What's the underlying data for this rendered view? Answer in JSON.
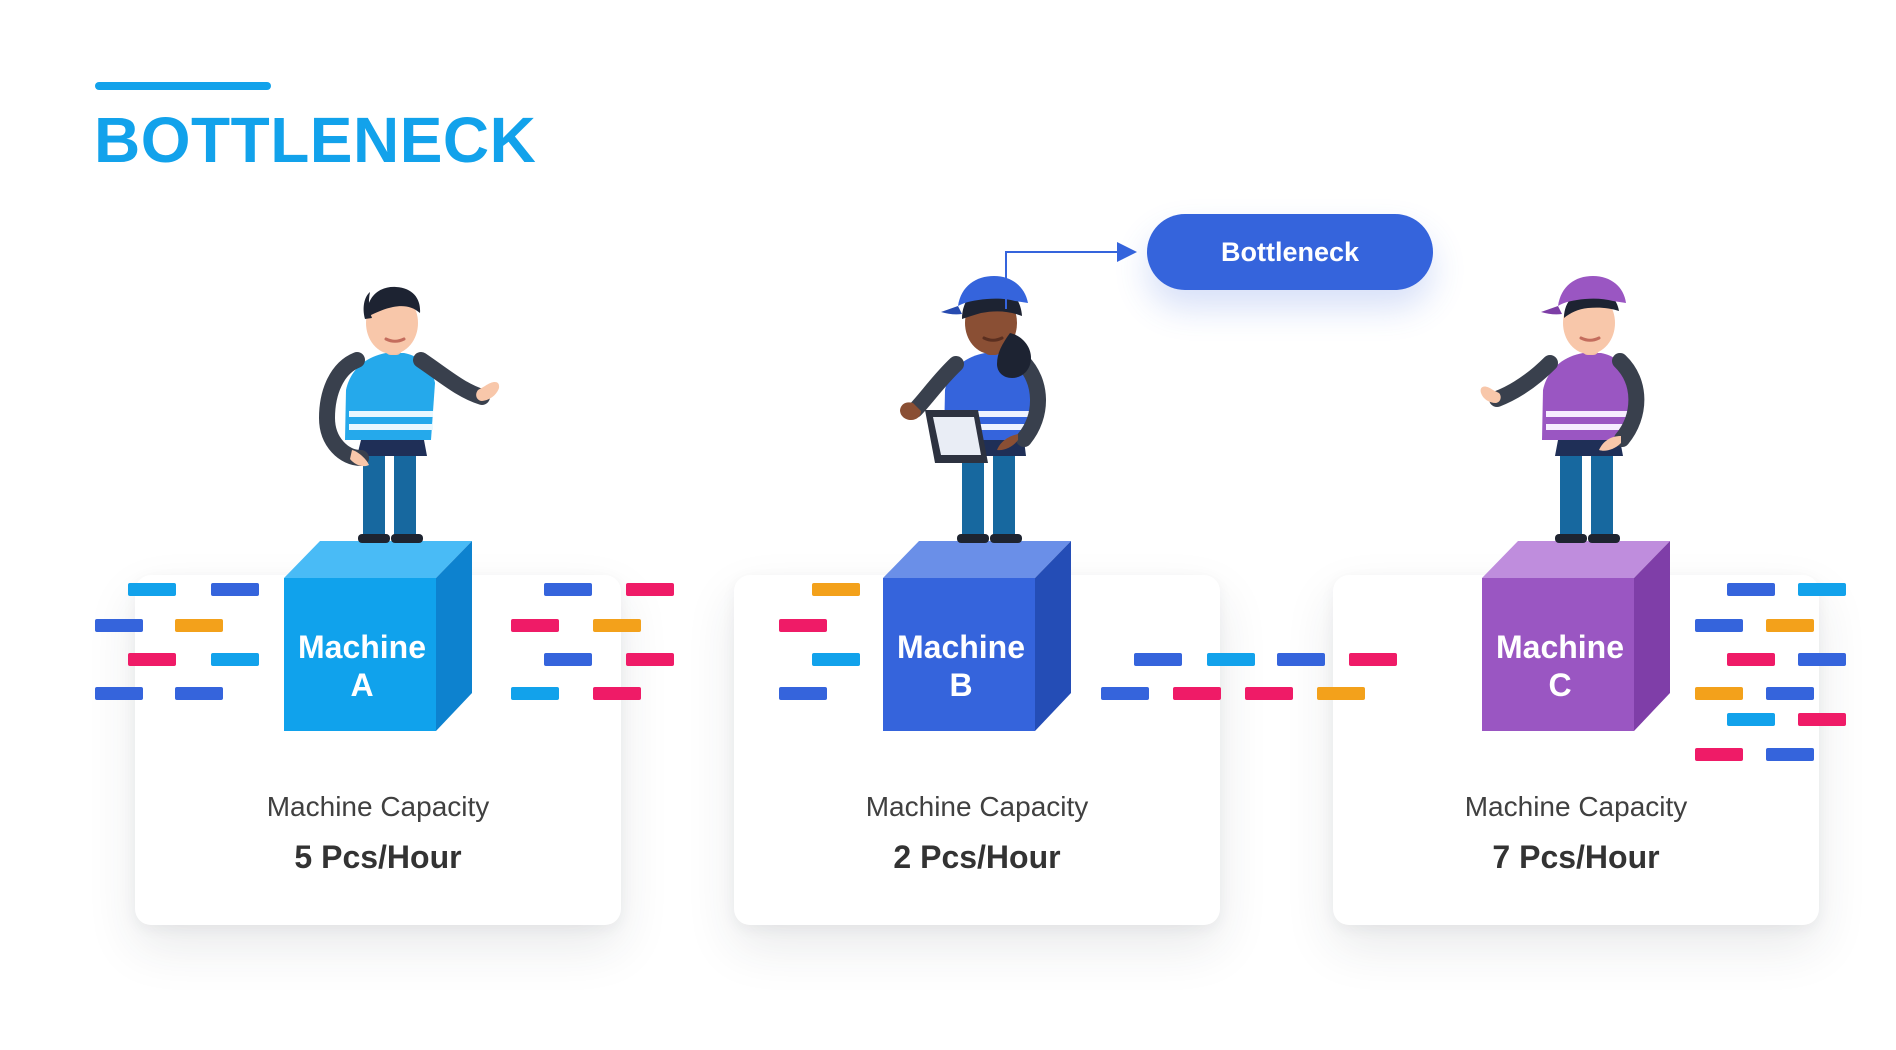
{
  "title": "BOTTLENECK",
  "colors": {
    "accent": "#12a2eb",
    "machine_a": "#10a2ec",
    "machine_b": "#3564dc",
    "machine_c": "#9a56c2",
    "bottleneck": "#3564dc",
    "bar_blue": "#3564dc",
    "bar_cyan": "#12a2eb",
    "bar_pink": "#ef1b67",
    "bar_orange": "#f3a11b"
  },
  "bottleneck_label": "Bottleneck",
  "machines": [
    {
      "line1": "Machine",
      "line2": "A",
      "capacity_label": "Machine Capacity",
      "capacity_value": "5 Pcs/Hour"
    },
    {
      "line1": "Machine",
      "line2": "B",
      "capacity_label": "Machine Capacity",
      "capacity_value": "2 Pcs/Hour"
    },
    {
      "line1": "Machine",
      "line2": "C",
      "capacity_label": "Machine Capacity",
      "capacity_value": "7 Pcs/Hour"
    }
  ]
}
